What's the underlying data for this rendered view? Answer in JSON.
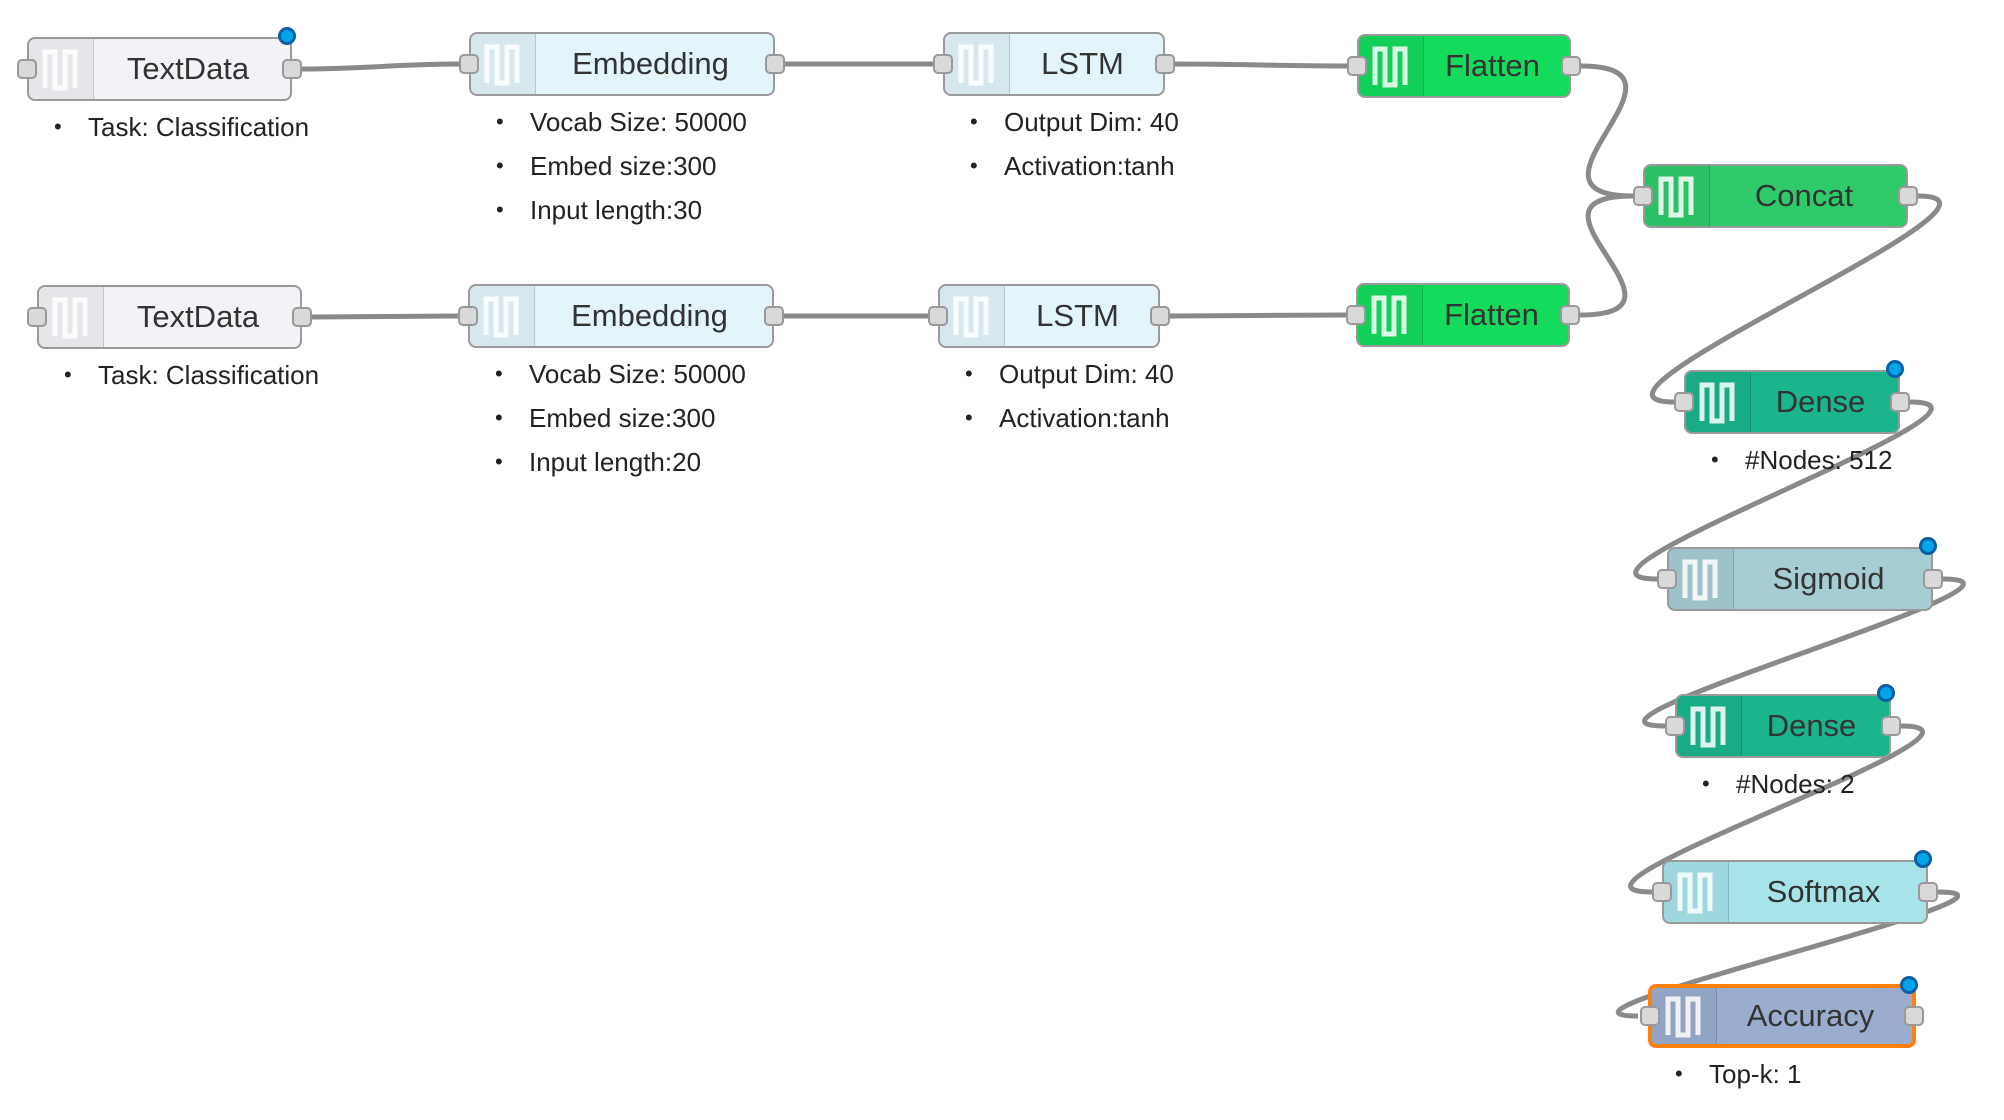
{
  "nodes": [
    {
      "id": "td1",
      "label": "TextData",
      "color": "#f3f3f7",
      "status": true,
      "selected": false,
      "props": [
        "Task: Classification"
      ]
    },
    {
      "id": "emb1",
      "label": "Embedding",
      "color": "#e3f4fb",
      "status": false,
      "selected": false,
      "props": [
        "Vocab Size: 50000",
        "Embed size:300",
        "Input length:30"
      ]
    },
    {
      "id": "lstm1",
      "label": "LSTM",
      "color": "#e3f4fb",
      "status": false,
      "selected": false,
      "props": [
        "Output Dim: 40",
        "Activation:tanh"
      ]
    },
    {
      "id": "fl1",
      "label": "Flatten",
      "color": "#14db5c",
      "status": false,
      "selected": false,
      "props": []
    },
    {
      "id": "td2",
      "label": "TextData",
      "color": "#f3f3f7",
      "status": false,
      "selected": false,
      "props": [
        "Task: Classification"
      ]
    },
    {
      "id": "emb2",
      "label": "Embedding",
      "color": "#e3f4fb",
      "status": false,
      "selected": false,
      "props": [
        "Vocab Size: 50000",
        "Embed size:300",
        "Input length:20"
      ]
    },
    {
      "id": "lstm2",
      "label": "LSTM",
      "color": "#e3f4fb",
      "status": false,
      "selected": false,
      "props": [
        "Output Dim: 40",
        "Activation:tanh"
      ]
    },
    {
      "id": "fl2",
      "label": "Flatten",
      "color": "#14db5c",
      "status": false,
      "selected": false,
      "props": []
    },
    {
      "id": "concat",
      "label": "Concat",
      "color": "#2fcb6b",
      "status": false,
      "selected": false,
      "props": []
    },
    {
      "id": "dense1",
      "label": "Dense",
      "color": "#1bb58d",
      "status": true,
      "selected": false,
      "props": [
        "#Nodes: 512"
      ]
    },
    {
      "id": "sigmoid",
      "label": "Sigmoid",
      "color": "#a7cdd4",
      "status": true,
      "selected": false,
      "props": []
    },
    {
      "id": "dense2",
      "label": "Dense",
      "color": "#1bb58d",
      "status": true,
      "selected": false,
      "props": [
        "#Nodes: 2"
      ]
    },
    {
      "id": "softmax",
      "label": "Softmax",
      "color": "#a6e4ea",
      "status": true,
      "selected": false,
      "props": []
    },
    {
      "id": "accuracy",
      "label": "Accuracy",
      "color": "#9aadce",
      "status": true,
      "selected": true,
      "props": [
        "Top-k: 1"
      ]
    }
  ],
  "links": [
    [
      "td1",
      "emb1"
    ],
    [
      "emb1",
      "lstm1"
    ],
    [
      "lstm1",
      "fl1"
    ],
    [
      "td2",
      "emb2"
    ],
    [
      "emb2",
      "lstm2"
    ],
    [
      "lstm2",
      "fl2"
    ],
    [
      "fl1",
      "concat"
    ],
    [
      "fl2",
      "concat"
    ],
    [
      "concat",
      "dense1"
    ],
    [
      "dense1",
      "sigmoid"
    ],
    [
      "sigmoid",
      "dense2"
    ],
    [
      "dense2",
      "softmax"
    ],
    [
      "softmax",
      "accuracy"
    ]
  ],
  "colors": {
    "wire": "#8a8a8a",
    "port": "#d9d9d9",
    "status_dot": "#00a6e8",
    "selected_border": "#ff7f0e"
  },
  "icons": {
    "node_icon": "wave-icon"
  }
}
